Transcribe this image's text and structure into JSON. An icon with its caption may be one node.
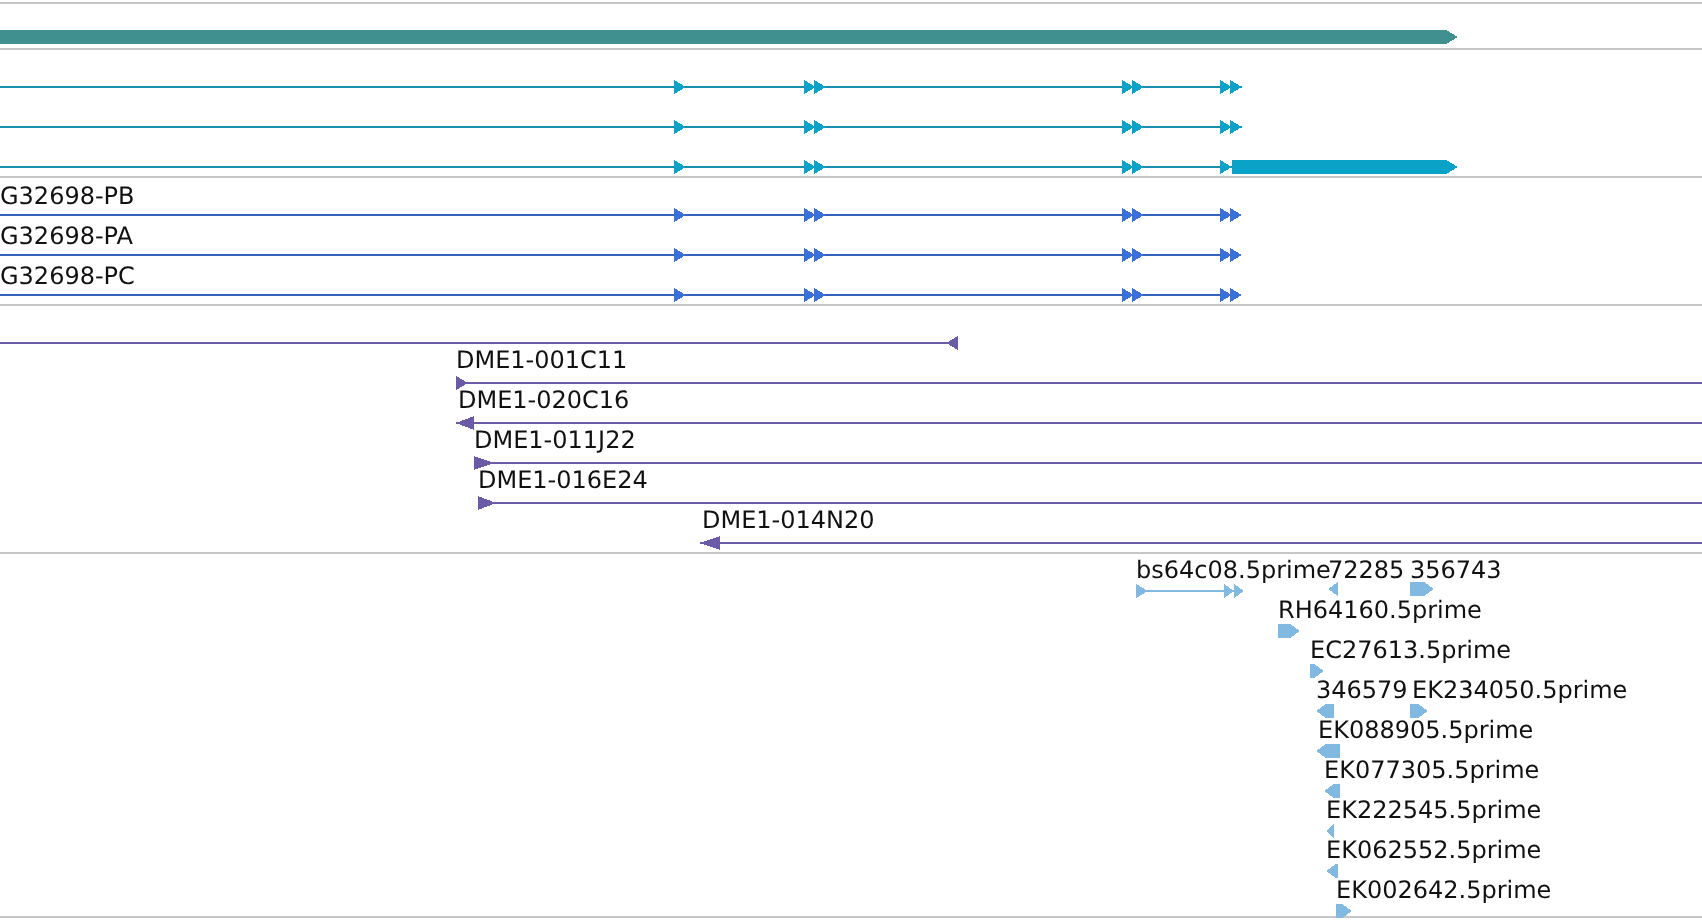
{
  "diagram": {
    "labels": [
      "G32698-PB",
      "G32698-PA",
      "G32698-PC",
      "DME1-001C11",
      "DME1-020C16",
      "DME1-011J22",
      "DME1-016E24",
      "DME1-014N20",
      "bs64c08.5prime",
      "72285",
      "356743",
      "RH64160.5prime",
      "EC27613.5prime",
      "346579",
      "EK234050.5prime",
      "EK088905.5prime",
      "EK077305.5prime",
      "EK222545.5prime",
      "EK062552.5prime",
      "EK002642.5prime"
    ]
  }
}
